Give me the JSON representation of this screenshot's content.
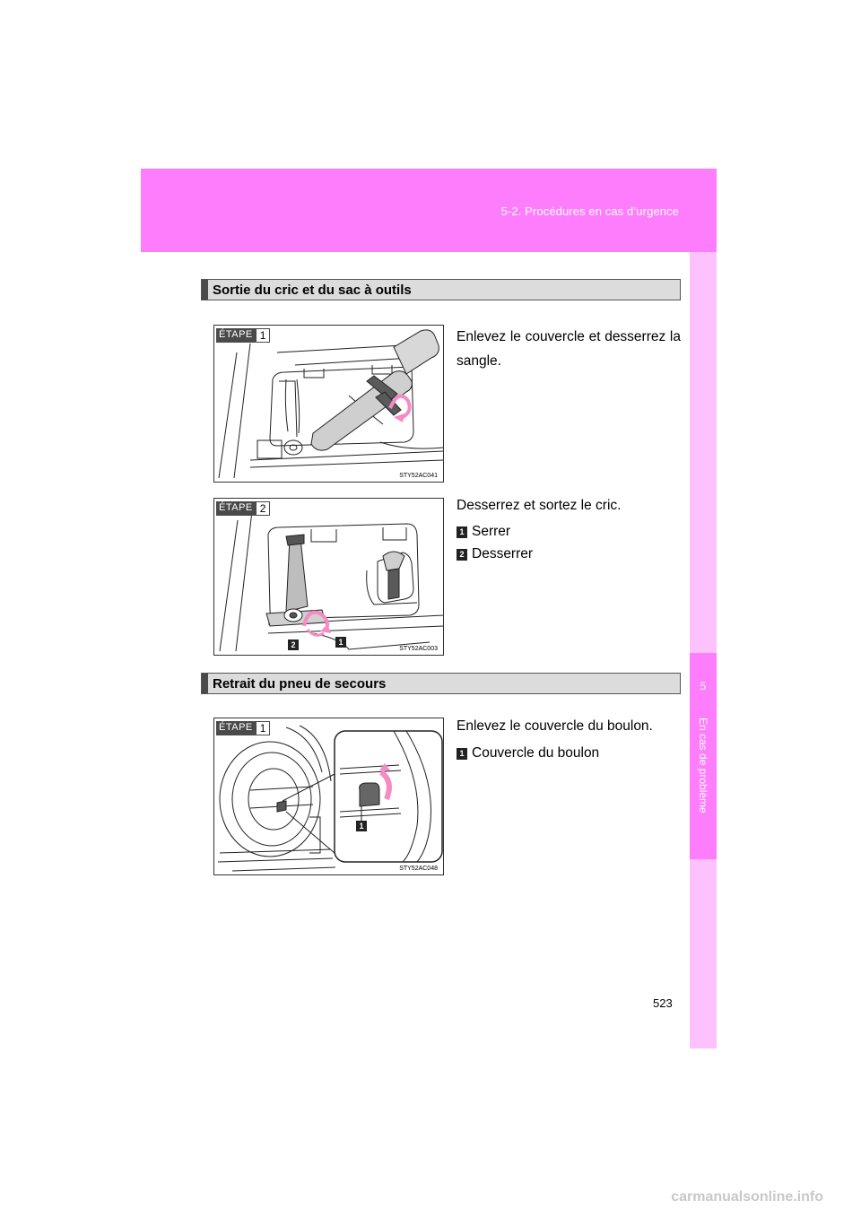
{
  "header": {
    "chapter_title": "5-2. Procédures en cas d’urgence"
  },
  "side_tab": {
    "number": "5",
    "label": "En cas de problème"
  },
  "sections": [
    {
      "title": "Sortie du cric et du sac à outils",
      "steps": [
        {
          "step_word": "ÉTAPE",
          "step_number": "1",
          "figure_code": "STY52AC041",
          "text": "Enlevez le couvercle et desserrez la sangle.",
          "items": []
        },
        {
          "step_word": "ÉTAPE",
          "step_number": "2",
          "figure_code": "STY52AC003",
          "text": "Desserrez et sortez le cric.",
          "callouts": [
            "2",
            "1"
          ],
          "items": [
            {
              "badge": "1",
              "label": "Serrer"
            },
            {
              "badge": "2",
              "label": "Desserrer"
            }
          ]
        }
      ]
    },
    {
      "title": "Retrait du pneu de secours",
      "steps": [
        {
          "step_word": "ÉTAPE",
          "step_number": "1",
          "figure_code": "STY52AC048",
          "text": "Enlevez le couvercle du boulon.",
          "callouts": [
            "1"
          ],
          "items": [
            {
              "badge": "1",
              "label": "Couvercle du boulon"
            }
          ]
        }
      ]
    }
  ],
  "page_number": "523",
  "watermark": "carmanualsonline.info",
  "colors": {
    "header_pink": "#fe7dfd",
    "tab_light_pink": "#fdc1fd",
    "section_gray": "#dcdcdc",
    "arrow_pink": "#f58ac4"
  }
}
